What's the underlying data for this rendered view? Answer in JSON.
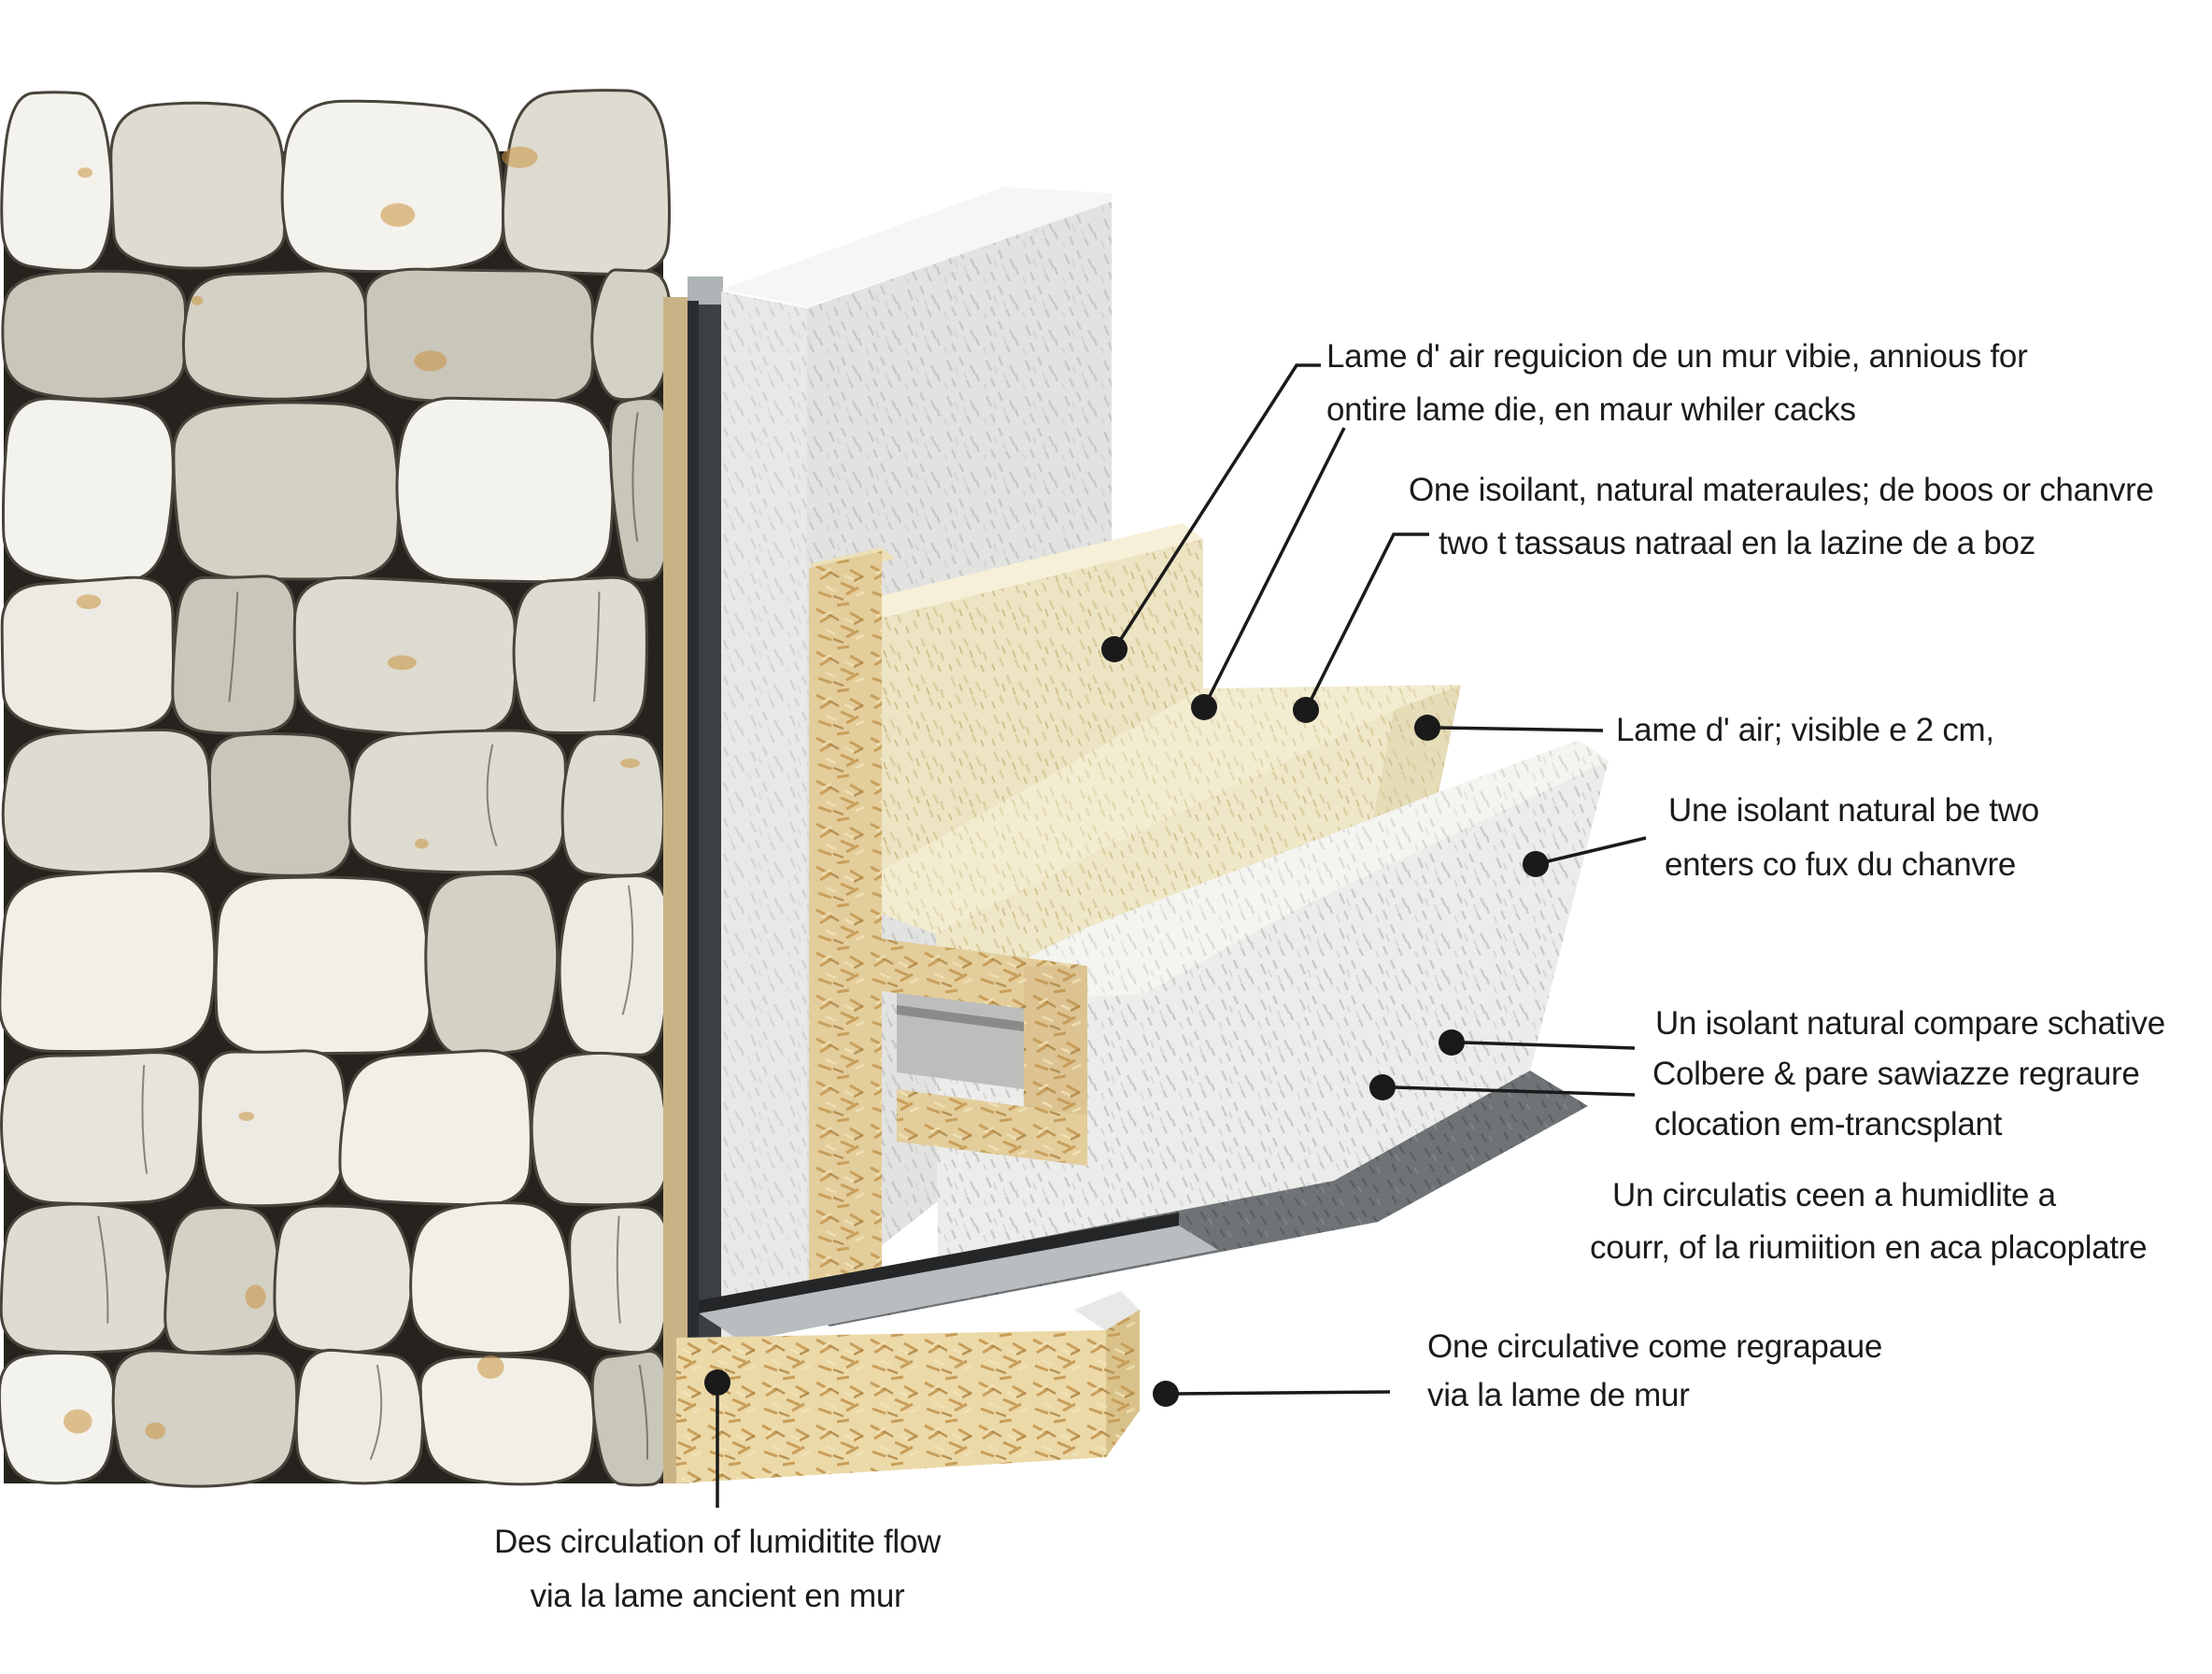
{
  "annotations": {
    "air_gap_top": {
      "lines": [
        "Lame d' air reguicion de un mur vibie, annious for",
        "ontire lame die, en maur whiler cacks"
      ]
    },
    "insulation_batten": {
      "lines": [
        "One isoilant, natural materaules; de boos or chanvre",
        "two t tassaus natraal en la lazine de a boz"
      ]
    },
    "air_gap_2cm": {
      "lines": [
        "Lame d' air; visible e 2 cm,"
      ]
    },
    "insulation_hemp": {
      "lines": [
        "Une isolant natural be two",
        "enters co fux du chanvre"
      ]
    },
    "insulation_compare": {
      "lines": [
        "Un isolant natural compare schative",
        "Colbere & pare sawiazze regraure",
        "clocation em-trancsplant"
      ]
    },
    "humidity_circulation": {
      "lines": [
        "Un circulatis ceen a humidlite a",
        "courr, of la riumiition en aca placoplatre"
      ]
    },
    "circulation_wall": {
      "lines": [
        "One circulative come regrapaue",
        "via la lame de mur"
      ]
    },
    "circulation_bottom": {
      "lines": [
        "Des circulation of lumiditite flow",
        "via la lame ancient en mur"
      ]
    }
  },
  "colors": {
    "background": "#ffffff",
    "text": "#1b1b1b",
    "leader_line": "#1a1a1a",
    "stone_light": "#eceae3",
    "stone_joint": "#26231e",
    "stone_accent": "#c8933f",
    "membrane_dark": "#3c4043",
    "plasterboard": "#e2e2e0",
    "wood_fiber_cream": "#ece4c3",
    "osb_wood": "#e3cd9b",
    "insulation_white": "#efefec",
    "floor_gray": "#6e7376"
  }
}
